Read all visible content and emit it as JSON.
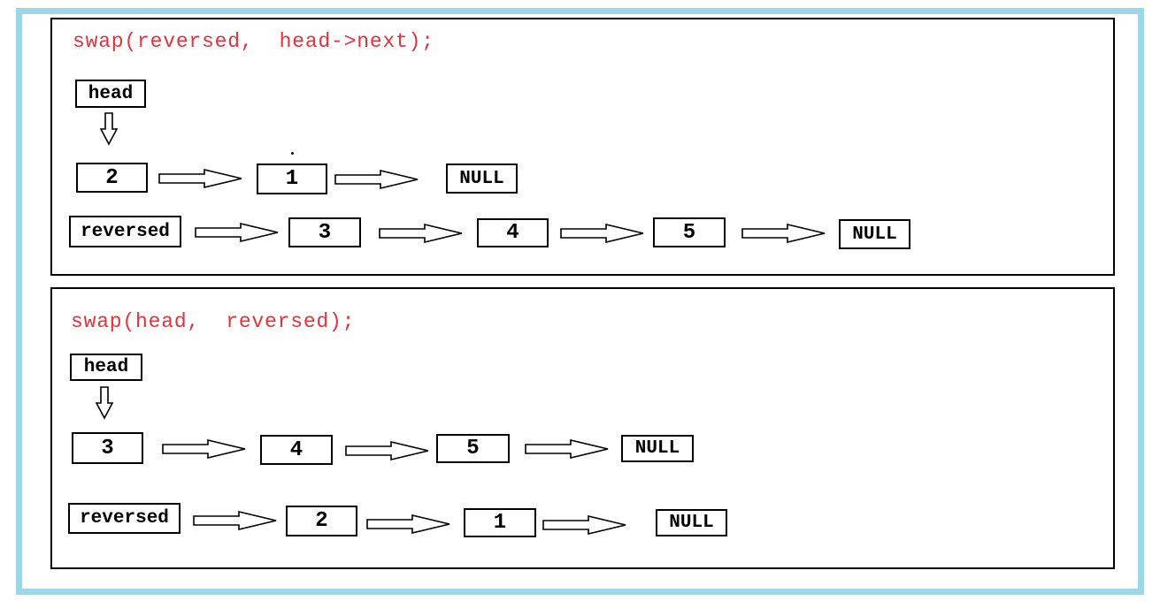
{
  "colors": {
    "frame_blue": "#9dd7e8",
    "title_red": "#e8313c",
    "line_black": "#000000"
  },
  "panels": [
    {
      "title": "swap(reversed,  head->next);",
      "head_label": "head",
      "list_head": {
        "nodes": [
          "2",
          "1"
        ],
        "terminator": "NULL"
      },
      "list_reversed": {
        "label": "reversed",
        "nodes": [
          "3",
          "4",
          "5"
        ],
        "terminator": "NULL"
      }
    },
    {
      "title": "swap(head,  reversed);",
      "head_label": "head",
      "list_head": {
        "nodes": [
          "3",
          "4",
          "5"
        ],
        "terminator": "NULL"
      },
      "list_reversed": {
        "label": "reversed",
        "nodes": [
          "2",
          "1"
        ],
        "terminator": "NULL"
      }
    }
  ]
}
